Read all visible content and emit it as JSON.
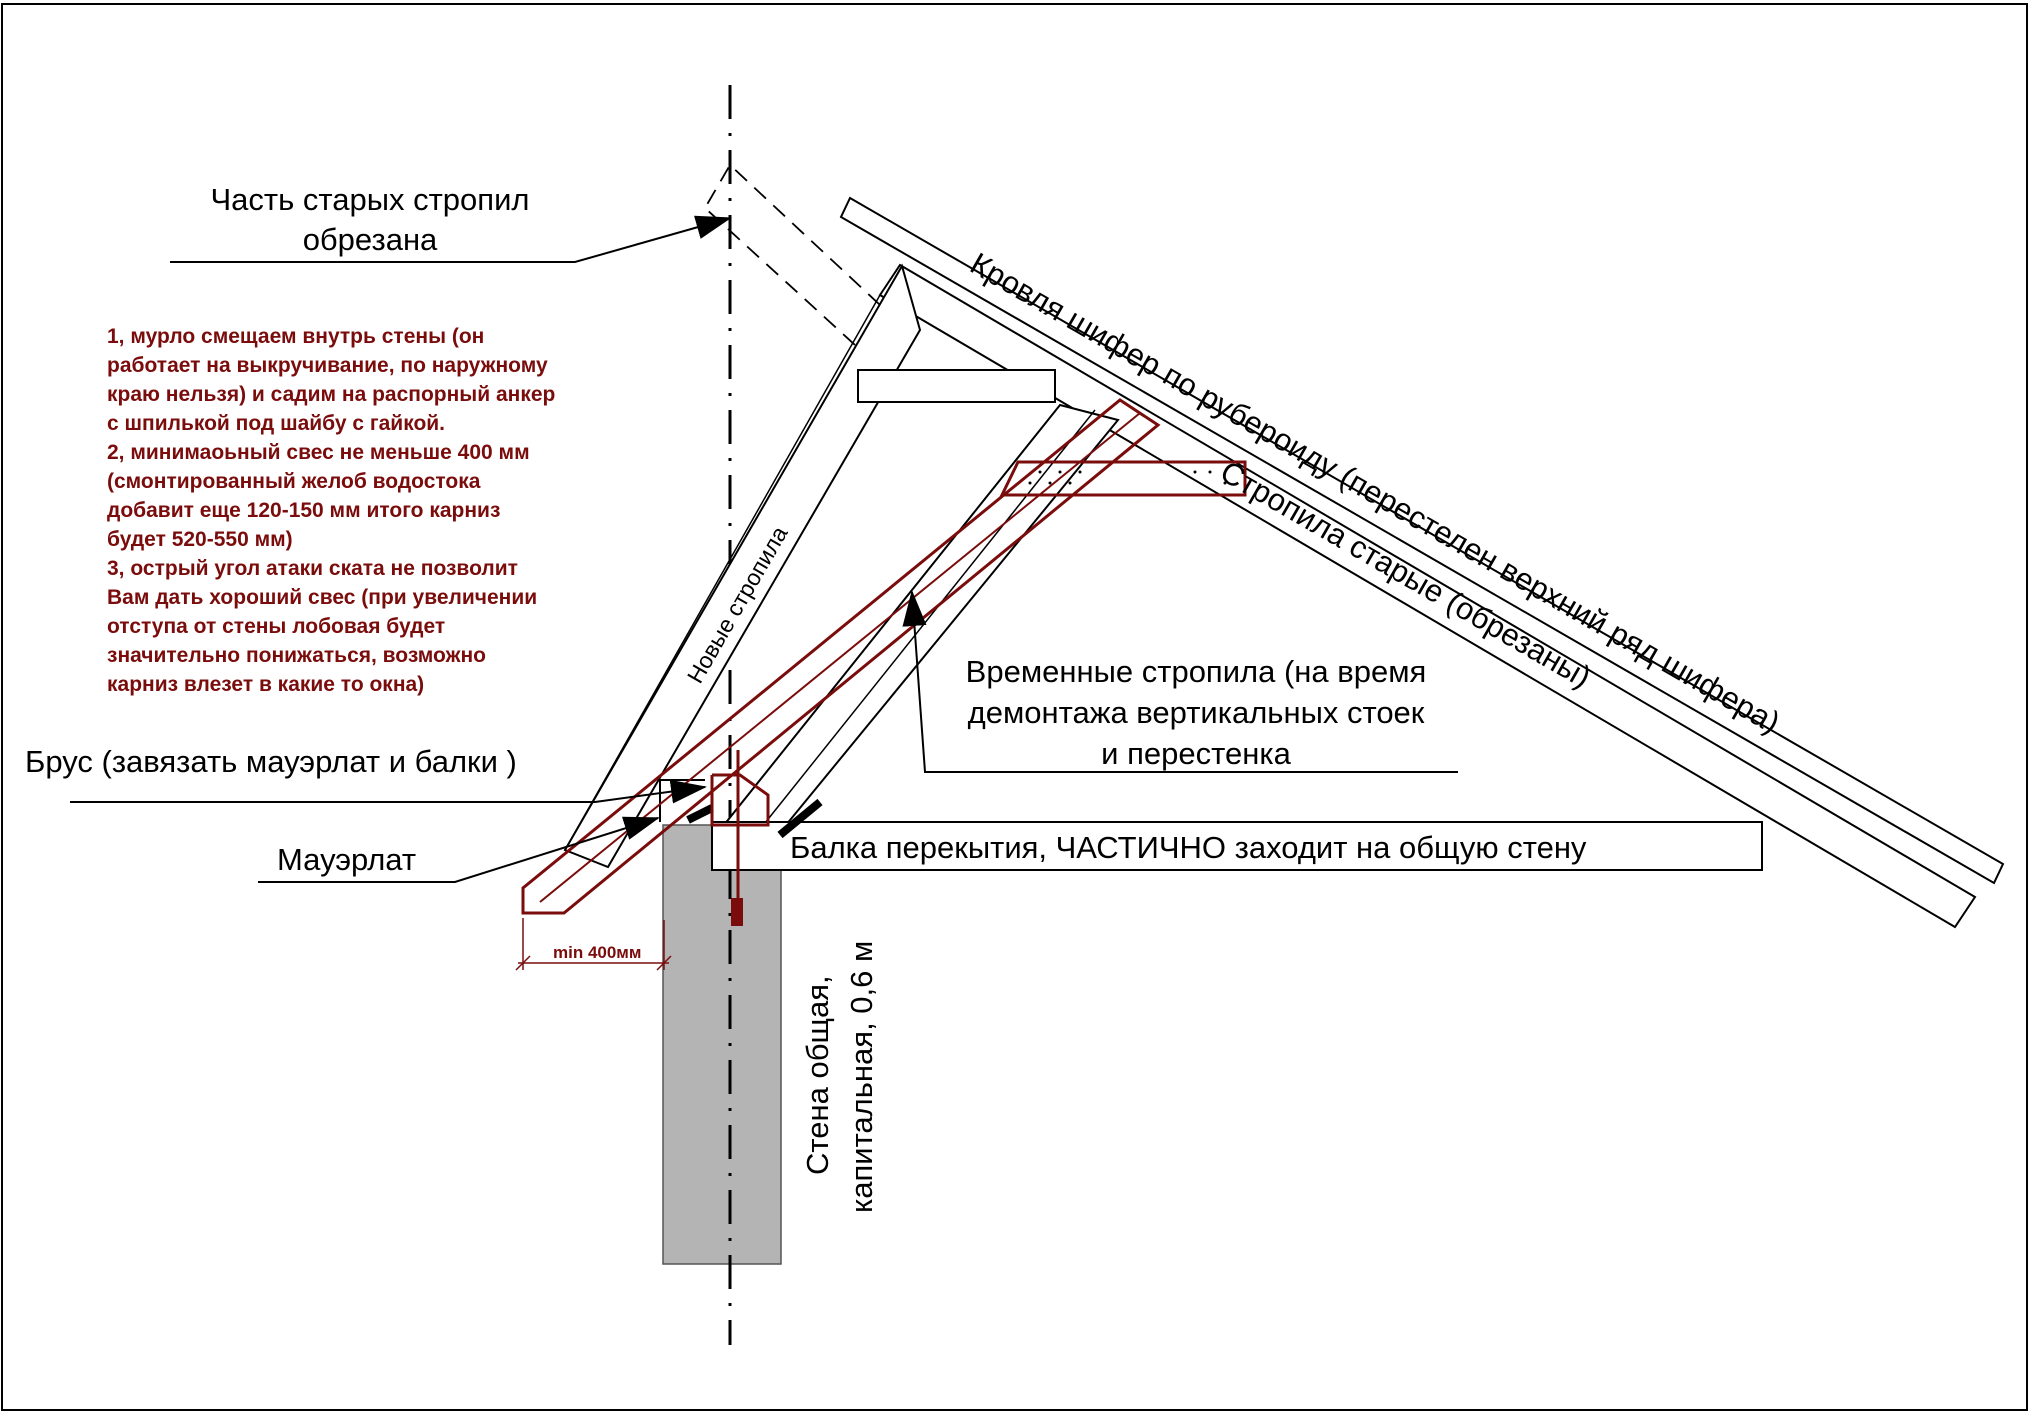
{
  "labels": {
    "cut_rafters_l1": "Часть старых стропил",
    "cut_rafters_l2": "обрезана",
    "roof": "Кровля шифер по рубероиду (перестелен верхний ряд шифера)",
    "old_rafters": "Стропила старые (обрезаны)",
    "new_rafters": "Новые стропила",
    "temp_rafters_l1": "Временные стропила (на время",
    "temp_rafters_l2": "демонтажа вертикальных стоек",
    "temp_rafters_l3": "и перестенка",
    "beam_tie": "Брус (завязать мауэрлат и балки )",
    "mauerlat": "Мауэрлат",
    "floor_beam": "Балка перекытия, ЧАСТИЧНО заходит на общую стену",
    "wall_l1": "Стена общая,",
    "wall_l2": "капитальная, 0,6 м",
    "overhang_dim": "min 400мм"
  },
  "notes": [
    "1, мурло смещаем внутрь стены (он",
    "работает на выкручивание, по наружному",
    "краю нельзя) и садим на распорный анкер",
    "с шпилькой под шайбу с гайкой.",
    "2, минимаоьный свес не меньше 400 мм",
    "(смонтированный желоб водостока",
    "добавит еще 120-150 мм итого карниз",
    "будет 520-550 мм)",
    "3, острый угол атаки ската не позволит",
    "Вам дать хороший свес (при увеличении",
    "отступа от стены лобовая будет",
    "значительно понижаться, возможно",
    "карниз влезет в какие то окна)"
  ],
  "colors": {
    "line": "#000000",
    "annotation": "#7a0c0c",
    "wall_fill": "#b4b4b4"
  }
}
